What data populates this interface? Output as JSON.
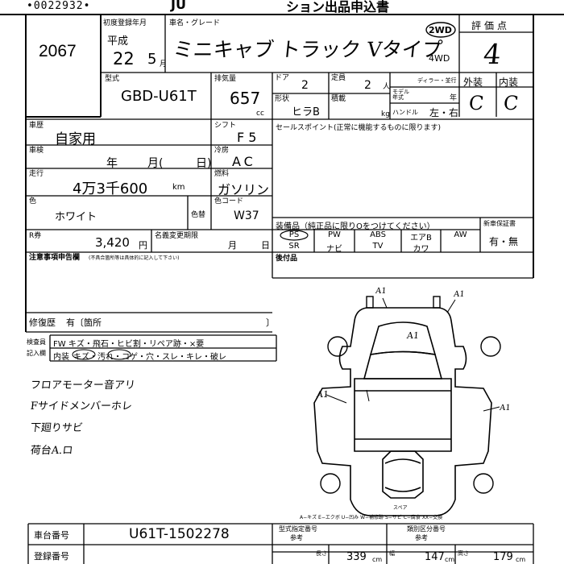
{
  "header": {
    "serial": "•0022932•",
    "title_fragment": "JU",
    "title_right": "ション出品申込書"
  },
  "lot": {
    "number": "2067"
  },
  "registration": {
    "label": "初度登録年月",
    "era": "平成",
    "year": "22",
    "month": "5",
    "month_unit": "月"
  },
  "vehicle": {
    "name_label": "車名・グレード",
    "name": "ミニキャブ トラック Vタイプ",
    "model_label": "型式",
    "model": "GBD-U61T",
    "displacement_label": "排気量",
    "displacement": "657",
    "displacement_unit": "cc",
    "doors_label": "ドア",
    "doors": "2",
    "capacity_label": "定員",
    "capacity": "2",
    "capacity_unit": "人",
    "dealer_label": "ディラー・並行",
    "model_year_label": "モデル年式",
    "model_year_unit": "年",
    "shape_label": "形状",
    "shape": "ヒラB",
    "load_label": "積載",
    "load_unit": "kg",
    "handle_label": "ハンドル",
    "handle_value": "左・右",
    "drive_2wd": "2WD",
    "drive_4wd": "4WD"
  },
  "grade": {
    "label": "評価点",
    "score": "4",
    "exterior_label": "外装",
    "interior_label": "内装",
    "exterior": "C",
    "interior": "C"
  },
  "usage": {
    "label": "車歴",
    "value": "自家用"
  },
  "inspection": {
    "label": "車検",
    "year_unit": "年",
    "month_unit": "月(",
    "day_unit": "日)"
  },
  "mileage": {
    "label": "走行",
    "value": "4万3千600",
    "unit": "km"
  },
  "color": {
    "label": "色",
    "value": "ホワイト",
    "change_label": "色替",
    "code_label": "色コード",
    "code": "W37"
  },
  "recycle": {
    "label": "R券",
    "value": "3,420",
    "unit": "円",
    "notice_label": "名義変更期限",
    "month_unit": "月",
    "day_unit": "日"
  },
  "shift": {
    "label": "シフト",
    "value": "F5"
  },
  "ac": {
    "label": "冷房",
    "value": "AC"
  },
  "fuel": {
    "label": "燃料",
    "value": "ガソリン"
  },
  "sales_point": {
    "label": "セールスポイント(正常に機能するものに限ります)"
  },
  "equipment": {
    "label": "装備品（純正品に限りOをつけてください）",
    "row1": [
      "PS",
      "PW",
      "ABS",
      "エアB",
      "AW"
    ],
    "row2": [
      "SR",
      "ナビ",
      "TV",
      "カワ"
    ],
    "new_sticker_label": "新車保証書",
    "new_sticker_value": "有・無"
  },
  "notes": {
    "label": "注意事項申告欄",
    "hint": "(不具合箇所等は具体的に記入して下さい)"
  },
  "repair": {
    "label": "修復歴",
    "value": "有〔箇所",
    "close": "〕"
  },
  "accessories": {
    "label": "後付品"
  },
  "inspector": {
    "label1": "検査員",
    "label2": "記入欄",
    "row1": "FW キズ・飛石・ヒビ割・リペア跡・×要",
    "row2_prefix": "内装",
    "row2": "キズ・汚れ・コゲ・穴・スレ・キレ・破レ"
  },
  "handwritten_notes": [
    "フロアモーター音アリ",
    "Fサイドメンバーホレ",
    "下廻りサビ",
    "荷台A.ロ"
  ],
  "diagram_marks": [
    "A1",
    "A1",
    "A1",
    "A1",
    "A1",
    "スペア"
  ],
  "legend": "A−キズ E−エクボ U−凹み W−補修跡 S−サビ C−腐食 XX−交換",
  "chassis": {
    "label": "車台番号",
    "value": "U61T-1502278"
  },
  "registration_no": {
    "label": "登録番号"
  },
  "bottom_right": {
    "reg_mark_label": "型式指定番号",
    "class_label": "類別区分番号",
    "ref_label": "参考",
    "length_label": "長さ",
    "length": "339",
    "length_unit": "cm",
    "width_label": "幅",
    "width": "147",
    "width_unit": "cm",
    "height_label": "高さ",
    "height": "179",
    "height_unit": "cm"
  }
}
